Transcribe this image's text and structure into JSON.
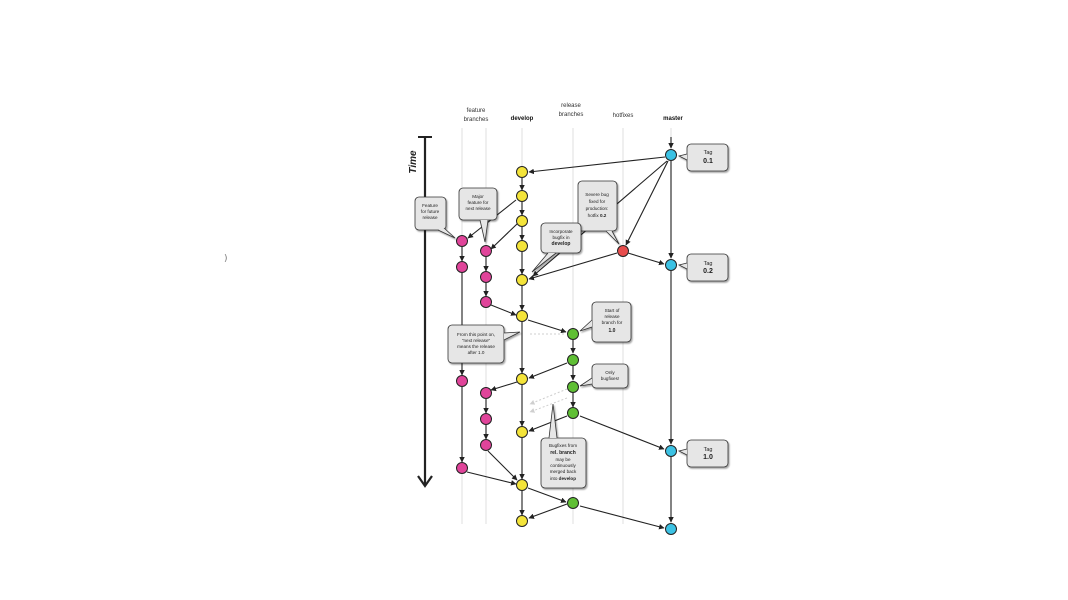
{
  "stray_char": ")",
  "time_label": "Time",
  "lanes": {
    "feature": [
      "feature",
      "branches"
    ],
    "develop": "develop",
    "release": [
      "release",
      "branches"
    ],
    "hotfixes": "hotfixes",
    "master": "master"
  },
  "tags": [
    {
      "line1": "Tag",
      "line2": "0.1"
    },
    {
      "line1": "Tag",
      "line2": "0.2"
    },
    {
      "line1": "Tag",
      "line2": "1.0"
    }
  ],
  "notes": {
    "feature_future": [
      "Feature",
      "for future",
      "release"
    ],
    "major_feature": [
      "Major",
      "feature for",
      "next release"
    ],
    "severe_bug": [
      "Severe bug",
      "fixed for",
      "production:",
      "hotfix ",
      "0.2"
    ],
    "incorporate": [
      "Incorporate",
      "bugfix in",
      "develop"
    ],
    "start_release": [
      "Start of",
      "release",
      "branch for",
      "1.0"
    ],
    "from_this_point": [
      "From this point on,",
      "\"next release\"",
      "means the release",
      "after 1.0"
    ],
    "only_bugfixes": [
      "Only",
      "bugfixes!"
    ],
    "bugfixes_merged": [
      "Bugfixes from",
      "rel. branch",
      "may be",
      "continuously",
      "merged back",
      "into ",
      "develop"
    ]
  },
  "colors": {
    "develop": "#f4e43a",
    "feature": "#e0449a",
    "release": "#5fbf34",
    "hotfix": "#e74c4c",
    "master": "#3cc2e4"
  }
}
